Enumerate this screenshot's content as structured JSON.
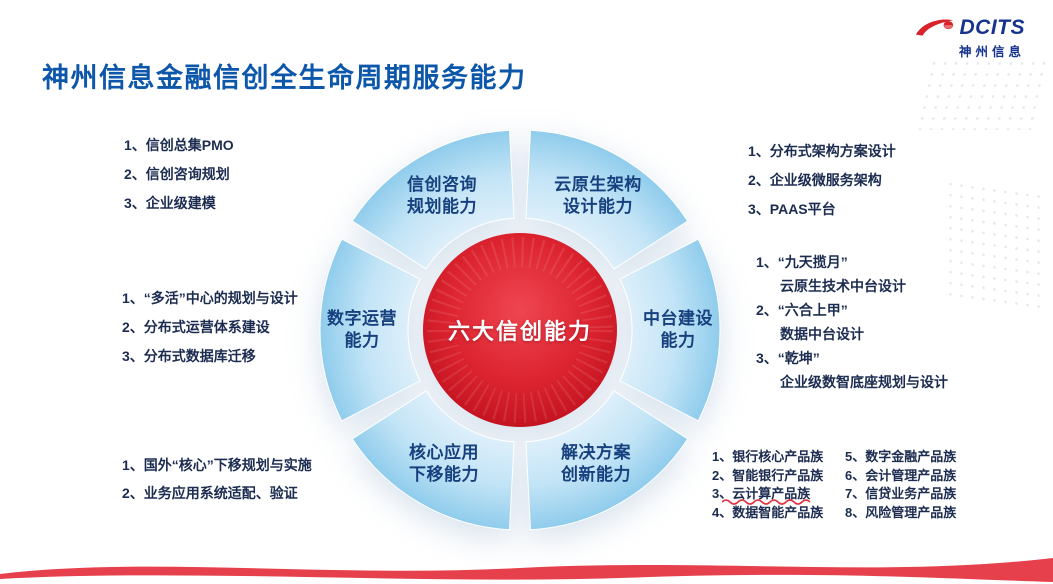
{
  "header": {
    "title": "神州信息金融信创全生命周期服务能力"
  },
  "logo": {
    "brand": "DCITS",
    "company": "神州信息",
    "brand_color": "#16338f",
    "swoosh_color": "#d8232a"
  },
  "wheel": {
    "center": "六大信创能力",
    "center_color": "#d11f2b",
    "segment_color": "#a9daf2",
    "segments": [
      {
        "label": "信创咨询\n规划能力"
      },
      {
        "label": "云原生架构\n设计能力"
      },
      {
        "label": "中台建设\n能力"
      },
      {
        "label": "解决方案\n创新能力"
      },
      {
        "label": "核心应用\n下移能力"
      },
      {
        "label": "数字运营\n能力"
      }
    ]
  },
  "lists": {
    "consulting": [
      "1、信创总集PMO",
      "2、信创咨询规划",
      "3、企业级建模"
    ],
    "cloud_native": [
      "1、分布式架构方案设计",
      "2、企业级微服务架构",
      "3、PAAS平台"
    ],
    "digital_ops": [
      "1、“多活”中心的规划与设计",
      "2、分布式运营体系建设",
      "3、分布式数据库迁移"
    ],
    "middle_platform": [
      {
        "head": "1、“九天揽月”",
        "sub": "云原生技术中台设计"
      },
      {
        "head": "2、“六合上甲”",
        "sub": "数据中台设计"
      },
      {
        "head": "3、“乾坤”",
        "sub": "企业级数智底座规划与设计"
      }
    ],
    "core_migration": [
      "1、国外“核心”下移规划与实施",
      "2、业务应用系统适配、验证"
    ],
    "solutions_col1": [
      "1、银行核心产品族",
      "2、智能银行产品族",
      "3、云计算产品族",
      "4、数据智能产品族"
    ],
    "solutions_col2": [
      "5、数字金融产品族",
      "6、会计管理产品族",
      "7、信贷业务产品族",
      "8、风险管理产品族"
    ]
  }
}
